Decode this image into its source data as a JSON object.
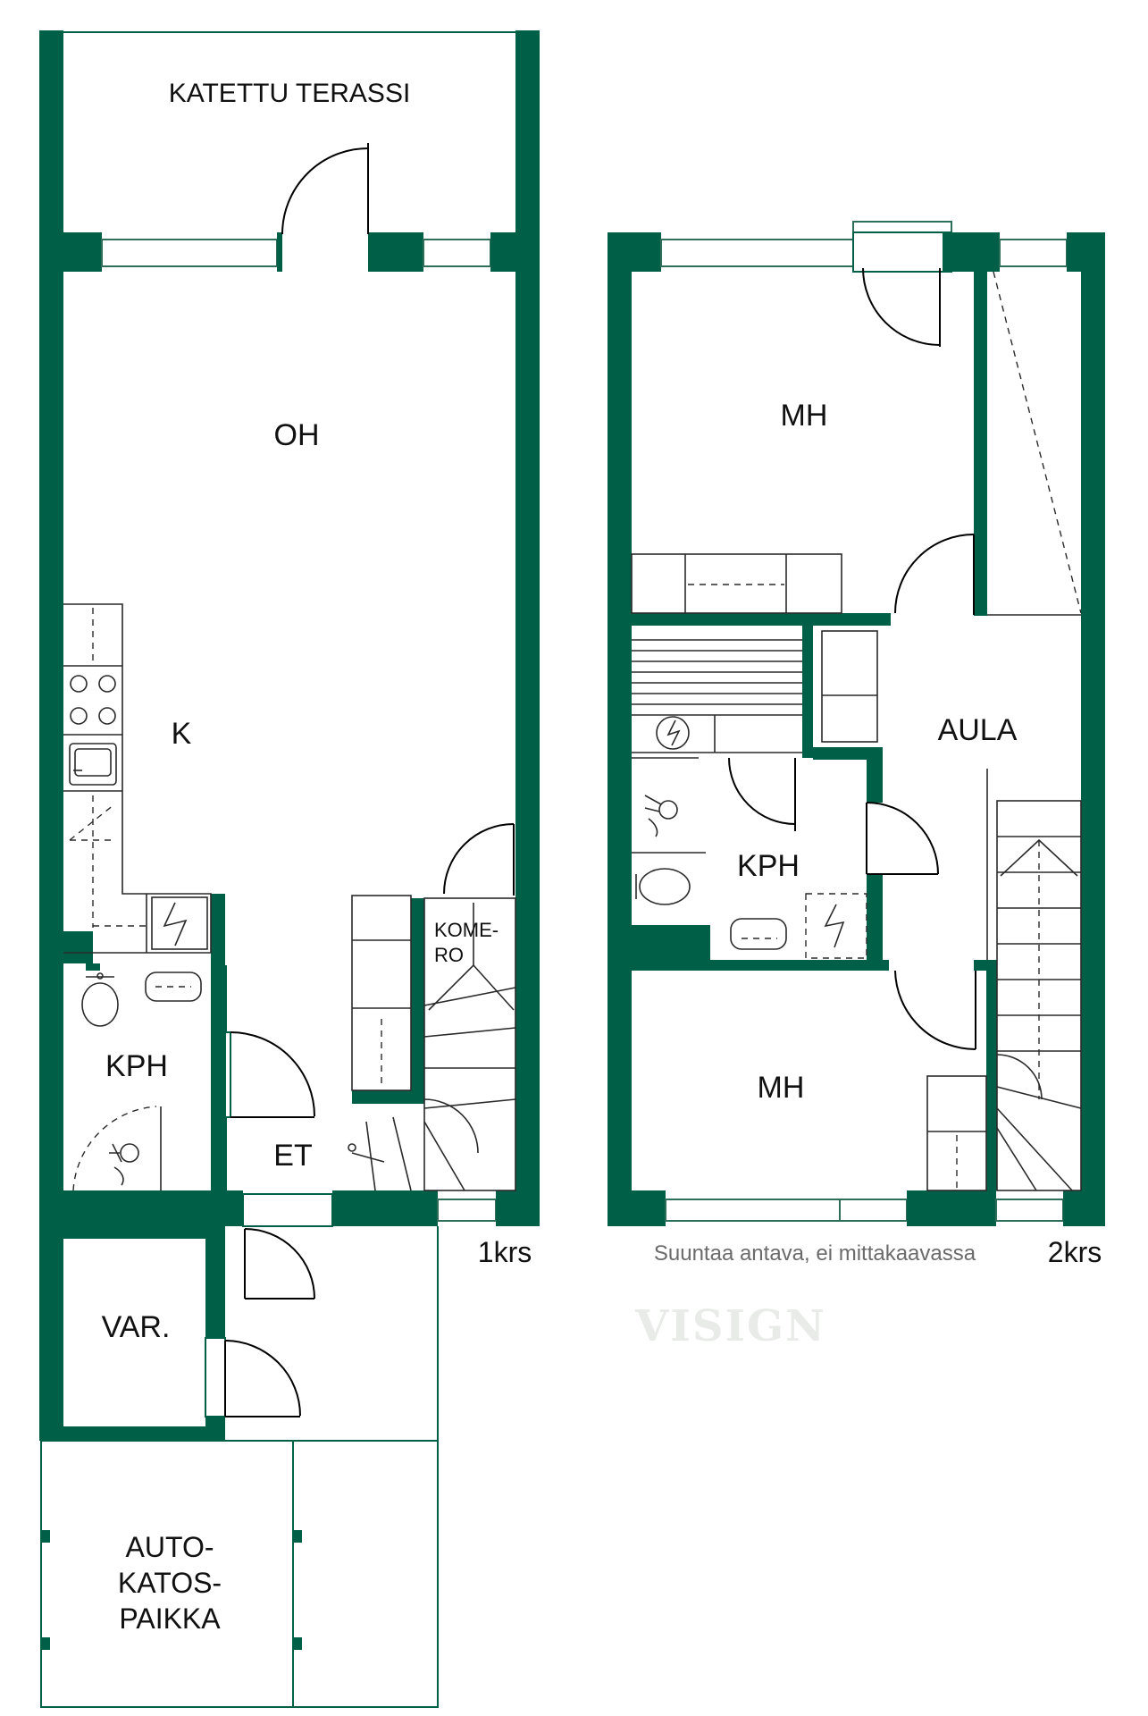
{
  "colors": {
    "wall": "#006047",
    "watermark": "#e9ebe9"
  },
  "floor1": {
    "label": "1krs",
    "rooms": {
      "terrace": "KATETTU TERASSI",
      "living": "OH",
      "kitchen": "K",
      "closet_line1": "KOME-",
      "closet_line2": "RO",
      "bathroom": "KPH",
      "entry": "ET",
      "storage": "VAR.",
      "carport_line1": "AUTO-",
      "carport_line2": "KATOS-",
      "carport_line3": "PAIKKA"
    }
  },
  "floor2": {
    "label": "2krs",
    "rooms": {
      "bedroom_top": "MH",
      "lobby": "AULA",
      "bathroom": "KPH",
      "bedroom_bottom": "MH"
    }
  },
  "note": "Suuntaa antava, ei mittakaavassa",
  "watermark": "VISIGN"
}
